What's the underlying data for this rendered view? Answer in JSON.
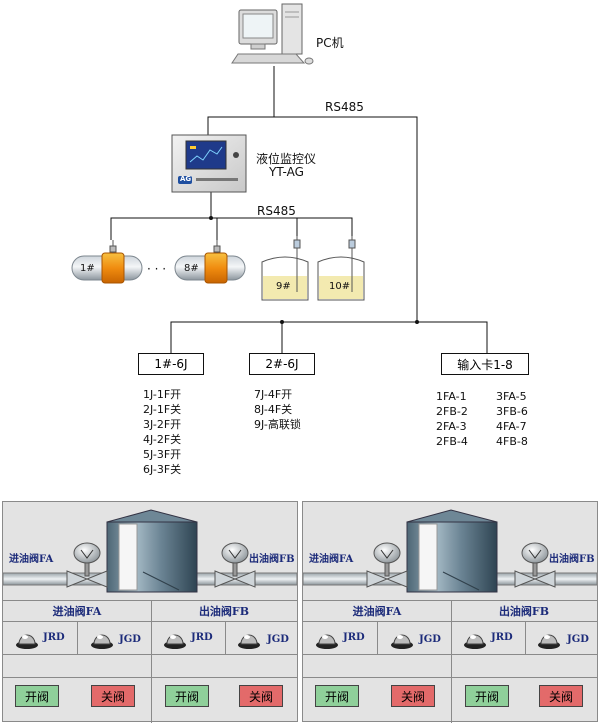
{
  "pc": {
    "label": "PC机"
  },
  "bus": {
    "top_label": "RS485",
    "mid_label": "RS485"
  },
  "monitor": {
    "name": "液位监控仪",
    "model": "YT-AG",
    "badge": "AG"
  },
  "tanks": {
    "horizontal": [
      {
        "label": "1#"
      },
      {
        "label": "8#"
      }
    ],
    "ellipsis": "· · ·",
    "vertical": [
      {
        "label": "9#"
      },
      {
        "label": "10#"
      }
    ]
  },
  "modules": [
    {
      "label": "1#-6J",
      "items": [
        "1J-1F开",
        "2J-1F关",
        "3J-2F开",
        "4J-2F关",
        "5J-3F开",
        "6J-3F关"
      ]
    },
    {
      "label": "2#-6J",
      "items": [
        "7J-4F开",
        "8J-4F关",
        "9J-高联锁"
      ]
    },
    {
      "label": "输入卡1-8",
      "items_left": [
        "1FA-1",
        "2FB-2",
        "2FA-3",
        "2FB-4"
      ],
      "items_right": [
        "3FA-5",
        "3FB-6",
        "4FA-7",
        "4FB-8"
      ]
    }
  ],
  "panels": [
    {
      "inlet_valve": "进油阀FA",
      "outlet_valve": "出油阀FB",
      "inlet_header": "进油阀FA",
      "outlet_header": "出油阀FB",
      "indicators": [
        "JRD",
        "JGD",
        "JRD",
        "JGD"
      ],
      "buttons": [
        "开阀",
        "关阀",
        "开阀",
        "关阀"
      ]
    },
    {
      "inlet_valve": "进油阀FA",
      "outlet_valve": "出油阀FB",
      "inlet_header": "进油阀FA",
      "outlet_header": "出油阀FB",
      "indicators": [
        "JRD",
        "JGD",
        "JRD",
        "JGD"
      ],
      "buttons": [
        "开阀",
        "关阀",
        "开阀",
        "关阀"
      ]
    }
  ],
  "colors": {
    "open_button": "#8fd09a",
    "close_button": "#e36a6a",
    "valve_text": "#1c2b7a",
    "tank_fill": "#f0a020"
  }
}
